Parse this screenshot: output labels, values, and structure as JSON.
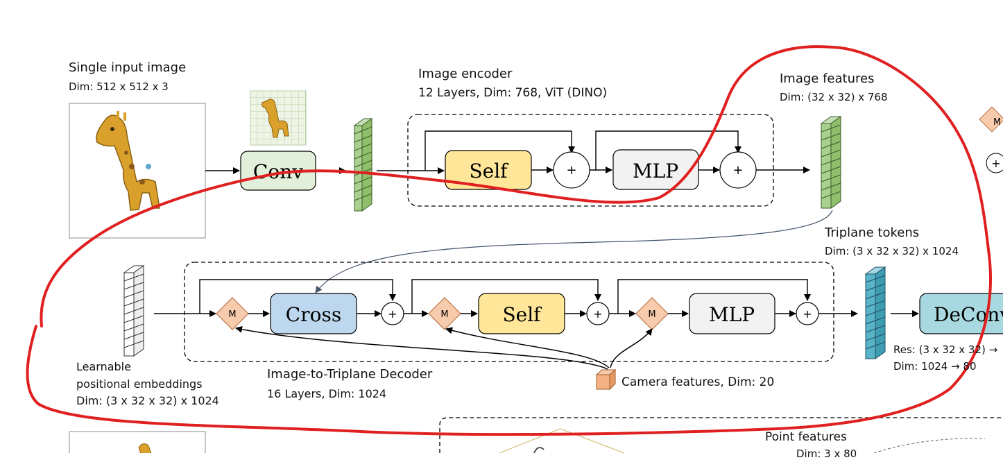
{
  "input": {
    "title": "Single input image",
    "dim": "Dim: 512 x 512 x 3"
  },
  "encoder": {
    "title": "Image encoder",
    "subtitle": "12 Layers, Dim: 768, ViT (DINO)",
    "blocks": {
      "conv": "Conv",
      "self": "Self",
      "mlp": "MLP"
    }
  },
  "image_features": {
    "title": "Image features",
    "dim": "Dim: (32 x 32) x 768"
  },
  "triplane_tokens": {
    "title": "Triplane  tokens",
    "dim": "Dim: (3 x 32 x 32) x 1024"
  },
  "decoder": {
    "title": "Image-to-Triplane Decoder",
    "subtitle": "16 Layers, Dim: 1024",
    "blocks": {
      "cross": "Cross",
      "self": "Self",
      "mlp": "MLP",
      "deconv": "DeConv",
      "mod": "M",
      "add": "+"
    }
  },
  "learnable": {
    "line1": "Learnable",
    "line2": "positional embeddings",
    "line3": "Dim: (3 x 32 x 32) x 1024"
  },
  "camera": {
    "label": "Camera features, Dim: 20"
  },
  "deconv_info": {
    "line1": "Res: (3 x 32 x 32) →",
    "line2": "Dim: 1024 → 80"
  },
  "point_features": {
    "title": "Point features",
    "dim": "Dim: 3 x 80"
  },
  "colors": {
    "conv_fill": "#e2efda",
    "self_fill": "#ffe699",
    "mlp_fill": "#f2f2f2",
    "cross_fill": "#bdd7ee",
    "deconv_fill": "#a9d9e0",
    "m_fill": "#f8cbad",
    "feature_green": "#a9d08e",
    "triplane_teal": "#5ab4c8",
    "annotation_red": "#e02020"
  }
}
